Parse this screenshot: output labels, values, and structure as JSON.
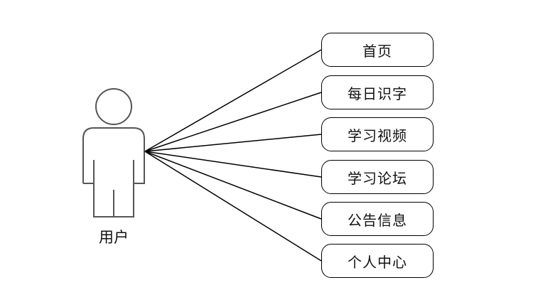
{
  "diagram": {
    "type": "use-case",
    "actor": {
      "label": "用户",
      "icon": "stick-figure-actor-icon"
    },
    "use_cases": [
      {
        "label": "首页"
      },
      {
        "label": "每日识字"
      },
      {
        "label": "学习视频"
      },
      {
        "label": "学习论坛"
      },
      {
        "label": "公告信息"
      },
      {
        "label": "个人中心"
      }
    ],
    "colors": {
      "stroke": "#000000",
      "actor_stroke": "#555555",
      "background": "#ffffff"
    }
  }
}
